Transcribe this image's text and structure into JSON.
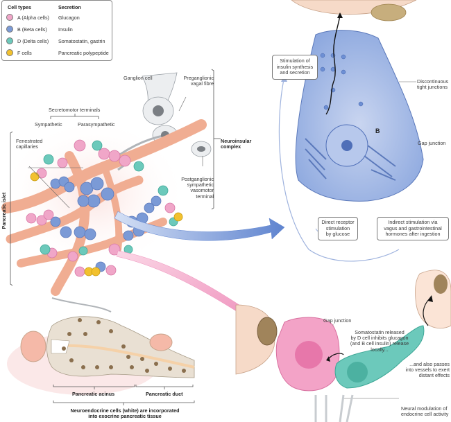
{
  "legend": {
    "headers": {
      "cell_types": "Cell types",
      "secretion": "Secretion"
    },
    "rows": [
      {
        "cell_type": "A (Alpha cells)",
        "secretion": "Glucagon",
        "color": "#f0a6c8"
      },
      {
        "cell_type": "B (Beta cells)",
        "secretion": "Insulin",
        "color": "#7b9ad6"
      },
      {
        "cell_type": "D (Delta cells)",
        "secretion": "Somatostatin, gastrin",
        "color": "#6cc9bb"
      },
      {
        "cell_type": "F cells",
        "secretion": "Pancreatic polypeptide",
        "color": "#f2c12e"
      }
    ]
  },
  "islet_labels": {
    "ganglion_cell": "Ganglion cell",
    "preganglionic": [
      "Preganglionic",
      "vagal fibre"
    ],
    "secretomotor": "Secretomotor terminals",
    "sympathetic": "Sympathetic",
    "parasympathetic": "Parasympathetic",
    "fenestrated": [
      "Fenestrated",
      "capillaries"
    ],
    "neuroinsular": [
      "Neuroinsular",
      "complex"
    ],
    "postganglionic": [
      "Postganglionic",
      "sympathetic",
      "vasomotor",
      "terminal"
    ],
    "pancreatic_islet": "Pancreatic islet"
  },
  "beta_cell_panel": {
    "stimulation_box": [
      "Stimulation of",
      "insulin synthesis",
      "and secretion"
    ],
    "discontinuous": [
      "Discontinuous",
      "tight junctions"
    ],
    "cell_letter": "B",
    "gap_junction": "Gap junction",
    "direct_box": [
      "Direct receptor",
      "stimulation",
      "by glucose"
    ],
    "indirect_box": [
      "Indirect stimulation via",
      "vagus and gastrointestinal",
      "hormones after ingestion"
    ]
  },
  "acinus_panel": {
    "acinus": "Pancreatic acinus",
    "duct": "Pancreatic duct",
    "caption": [
      "Neuroendocrine cells (white) are incorporated",
      "into exocrine pancreatic tissue"
    ]
  },
  "delta_panel": {
    "gap_junction": "Gap junction",
    "somatostatin": [
      "Somatostatin released",
      "by D cell inhibits glucagon",
      "(and B cell insulin) release",
      "locally..."
    ],
    "also_passes": [
      "...and also passes",
      "into vessels to exert",
      "distant effects"
    ],
    "neural": [
      "Neural modulation of",
      "endocrine cell activity"
    ]
  },
  "colors": {
    "alpha": "#f0a6c8",
    "beta": "#7b9ad6",
    "delta": "#6cc9bb",
    "f_cell": "#f2c12e",
    "vessel": "#f2b79c",
    "nerve": "#e4e6e8",
    "arrow_blue": "#6d8fd4",
    "arrow_pink": "#ef9cc3"
  }
}
